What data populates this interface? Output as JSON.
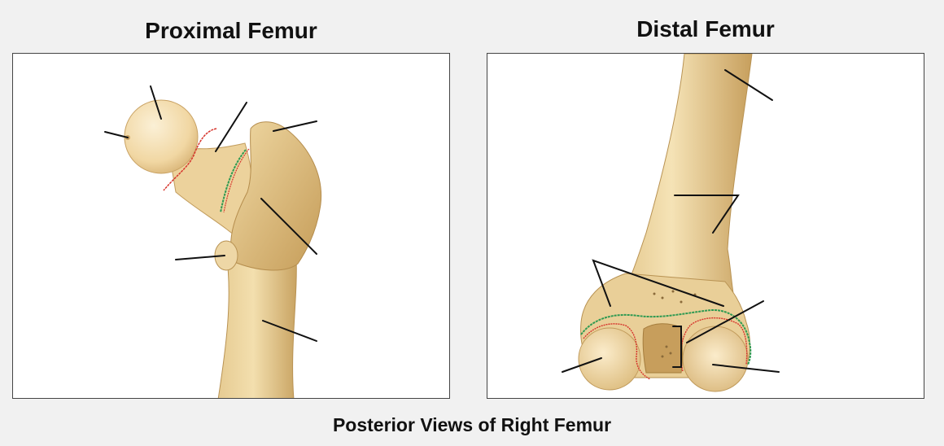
{
  "titles": {
    "left": "Proximal Femur",
    "right": "Distal Femur"
  },
  "caption": "Posterior Views of Right Femur",
  "colors": {
    "bone_light": "#f6e2b8",
    "bone_mid": "#e2c588",
    "bone_shadow": "#c7a060",
    "capsule_red": "#d6332b",
    "synovial_green": "#2f9a52",
    "leader_line": "#111111"
  }
}
